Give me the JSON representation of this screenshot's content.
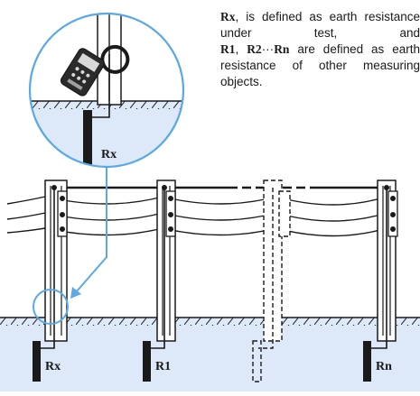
{
  "description": {
    "rx_symbol": "Rx",
    "line1_tail": ", is defined as earth",
    "line2": "resistance under test, and",
    "r1_symbol": "R1",
    "sep1": ", ",
    "r2_symbol": "R2",
    "dots": "···",
    "rn_symbol": "Rn",
    "line3_tail": " are defined as",
    "line4": "earth resistance of other",
    "line5": "measuring objects."
  },
  "labels": {
    "zoom_rx": "Rx",
    "pole_rx": "Rx",
    "pole_r1": "R1",
    "pole_rn": "Rn"
  },
  "colors": {
    "ground": "#dde9f8",
    "callout": "#5aa9e6",
    "line": "#1a1a1a"
  }
}
